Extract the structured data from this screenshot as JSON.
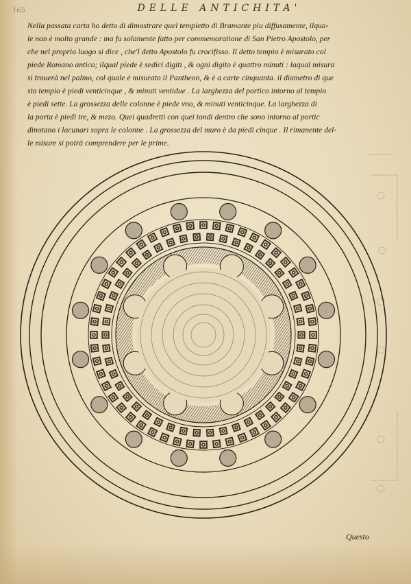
{
  "page": {
    "header": "DELLE ANTICHITA'",
    "margin_number": "165",
    "catchword": "Questo",
    "text_lines": [
      "Nella passata carta ho detto di dimostrare quel tempietto di Bramante piu diffusamente, ilqua-",
      "le non è molto grande : ma fu solamente fatto per commemoratione di San Pietro Apostolo, per",
      "che nel proprio luogo si dice , che'l detto Apostolo fu crocifisso. Il detto tempio è misurato col",
      "piede Romano antico; ilqual piede è sedici digiti , & ogni digito è quattro minuti : laqual misura",
      "si trouerà nel palmo, col quale è misurato il Pantheon, & è a carte cinquanta. il diametro di que",
      "sto tempio è piedi venticinque , & minuti ventidue . La larghezza del portico intorno al tempio",
      "è piedi sette. La grossezza delle colonne è piede vno, & minuti venticinque. La larghezza di",
      "la porta è piedi tre, & mezo. Quei quadretti con quei tondi dentro che sono intorno al portic",
      "dinotano i lacunari sopra le colonne . La grossezza del muro è da piedi cinque . Il rimanente del-",
      "le misure si potrà comprendere per le prime."
    ]
  },
  "colors": {
    "paper": "#e9dcbf",
    "ink": "#2a2218",
    "column_fill": "#b8ab94",
    "hatch": "#3a3024"
  }
}
